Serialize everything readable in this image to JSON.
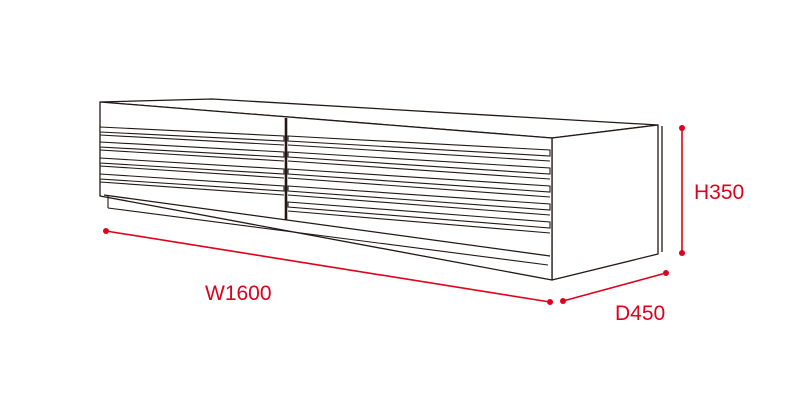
{
  "dimensions": {
    "width_label": "W1600",
    "height_label": "H350",
    "depth_label": "D450"
  },
  "colors": {
    "outline": "#231815",
    "dimension": "#e0001b",
    "background": "#ffffff"
  }
}
